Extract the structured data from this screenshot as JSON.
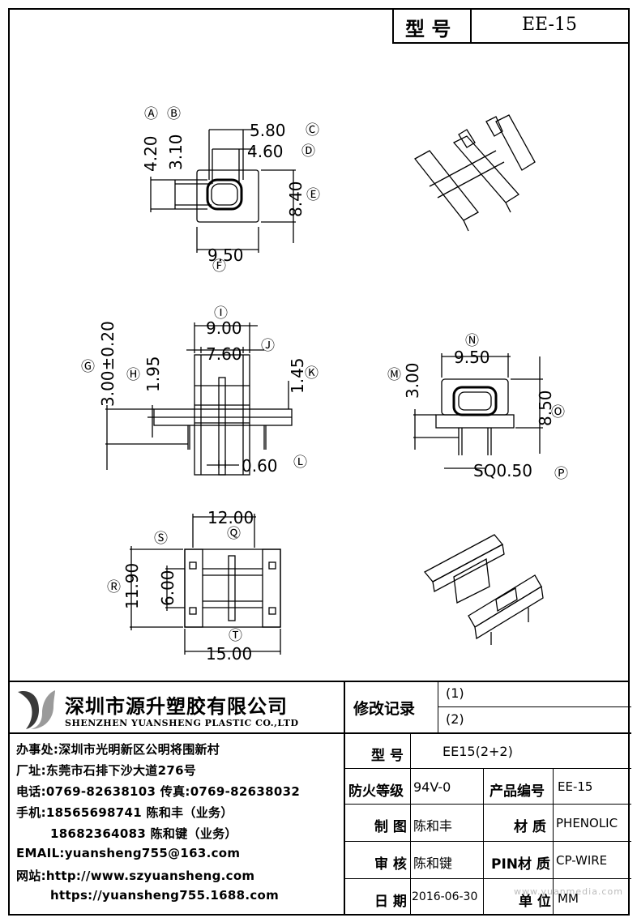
{
  "header": {
    "model_label": "型 号",
    "model_value": "EE-15"
  },
  "drawing": {
    "circled": [
      "Ⓐ",
      "Ⓑ",
      "Ⓒ",
      "Ⓓ",
      "Ⓔ",
      "Ⓕ",
      "Ⓖ",
      "Ⓗ",
      "Ⓘ",
      "Ⓙ",
      "Ⓚ",
      "Ⓛ",
      "Ⓜ",
      "Ⓝ",
      "Ⓞ",
      "Ⓟ",
      "Ⓠ",
      "Ⓡ",
      "Ⓢ",
      "Ⓣ"
    ],
    "dims": {
      "A": "4.20",
      "B": "3.10",
      "C": "5.80",
      "D": "4.60",
      "E": "8.40",
      "F": "9.50",
      "G": "3.00±0.20",
      "H": "1.95",
      "I": "9.00",
      "J": "7.60",
      "K": "1.45",
      "L": "0.60",
      "M": "3.00",
      "N": "9.50",
      "O": "8.50",
      "P": "SQ0.50",
      "Q": "12.00",
      "R": "11.90",
      "S": "6.00",
      "T": "15.00"
    }
  },
  "company": {
    "name_cn": "深圳市源升塑胶有限公司",
    "name_en": "SHENZHEN YUANSHENG PLASTIC CO.,LTD",
    "office": "办事处:深圳市光明新区公明将围新村",
    "factory": "厂址:东莞市石排下沙大道276号",
    "phone": "电话:0769-82638103 传真:0769-82638032",
    "mobile1": "手机:18565698741 陈和丰（业务）",
    "mobile2": "18682364083 陈和键（业务）",
    "email": "EMAIL:yuansheng755@163.com",
    "web_label": "网站:http://www.szyuansheng.com",
    "web2": "https://yuansheng755.1688.com"
  },
  "table": {
    "revision_label": "修改记录",
    "rev1": "(1)",
    "rev2": "(2)",
    "model_label": "型 号",
    "model_value": "EE15(2+2)",
    "fire_label": "防火等级",
    "fire_value": "94V-0",
    "product_no_label": "产品编号",
    "product_no_value": "EE-15",
    "drawn_label": "制 图",
    "drawn_value": "陈和丰",
    "material_label": "材 质",
    "material_value": "PHENOLIC",
    "review_label": "审 核",
    "review_value": "陈和键",
    "pin_label": "PIN材 质",
    "pin_value": "CP-WIRE",
    "date_label": "日 期",
    "date_value": "2016-06-30",
    "unit_label": "单 位",
    "unit_value": "MM"
  },
  "watermark": "www.yuanmedia.com",
  "colors": {
    "line": "#000000",
    "logo_dark": "#3a3a3a",
    "logo_light": "#9a9a9a"
  }
}
